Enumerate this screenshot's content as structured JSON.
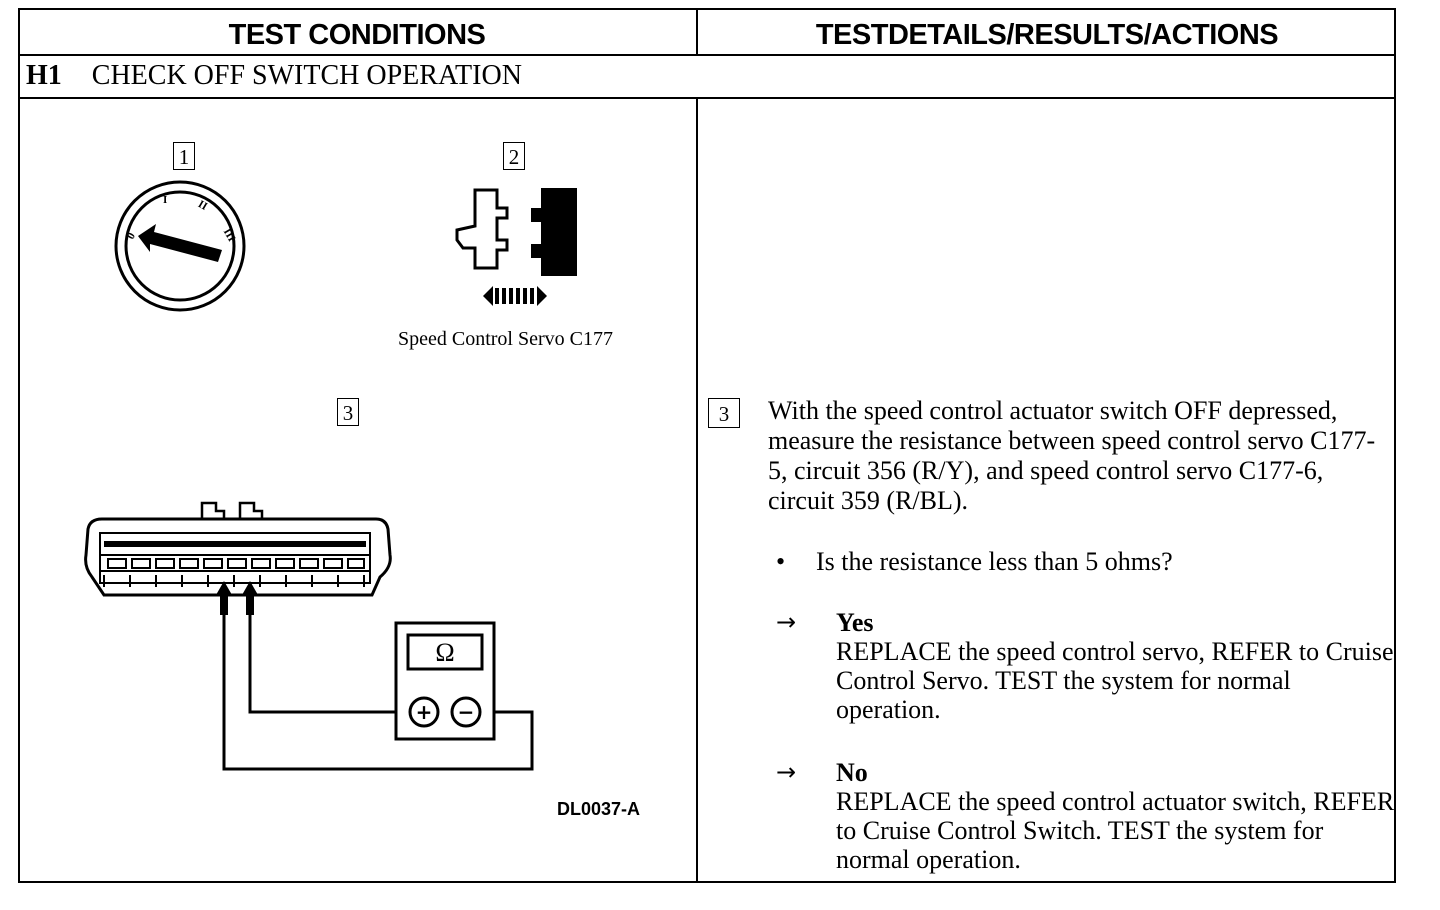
{
  "header": {
    "left_title": "TEST CONDITIONS",
    "right_title": "TESTDETAILS/RESULTS/ACTIONS"
  },
  "step": {
    "code": "H1",
    "title": "CHECK OFF SWITCH OPERATION"
  },
  "diagram": {
    "callout_1": "1",
    "callout_2": "2",
    "callout_3": "3",
    "connector_caption": "Speed Control Servo C177",
    "figure_id": "DL0037-A",
    "meter_symbol": "Ω",
    "ignition_positions": [
      "0",
      "I",
      "II",
      "III"
    ],
    "probe_plus": "+",
    "probe_minus": "−"
  },
  "details": {
    "step_number": "3",
    "instruction": "With the speed control actuator switch OFF depressed, measure the resistance between speed control servo C177-5, circuit 356 (R/Y), and speed control servo C177-6, circuit 359 (R/BL).",
    "question": "Is the resistance less than 5 ohms?",
    "bullet": "•",
    "arrow": "→",
    "yes_label": "Yes",
    "yes_action": "REPLACE the speed control servo, REFER to Cruise Control Servo. TEST the system for normal operation.",
    "no_label": "No",
    "no_action": "REPLACE the speed control actuator switch, REFER to Cruise Control Switch. TEST the system for normal operation."
  }
}
